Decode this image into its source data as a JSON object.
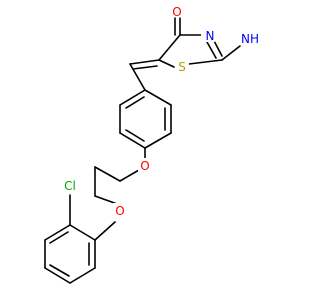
{
  "molecule": {
    "atoms": {
      "carbonyl_oxygen": {
        "symbol": "O",
        "color": "#ff0000"
      },
      "ring_nitrogen": {
        "symbol": "N",
        "color": "#0000ff"
      },
      "imino_group": {
        "symbol": "NH",
        "color": "#0000ff"
      },
      "ring_sulfur": {
        "symbol": "S",
        "color": "#b8a000"
      },
      "ether_oxygen_1": {
        "symbol": "O",
        "color": "#ff0000"
      },
      "ether_oxygen_2": {
        "symbol": "O",
        "color": "#ff0000"
      },
      "chlorine": {
        "symbol": "Cl",
        "color": "#00aa00"
      }
    }
  }
}
